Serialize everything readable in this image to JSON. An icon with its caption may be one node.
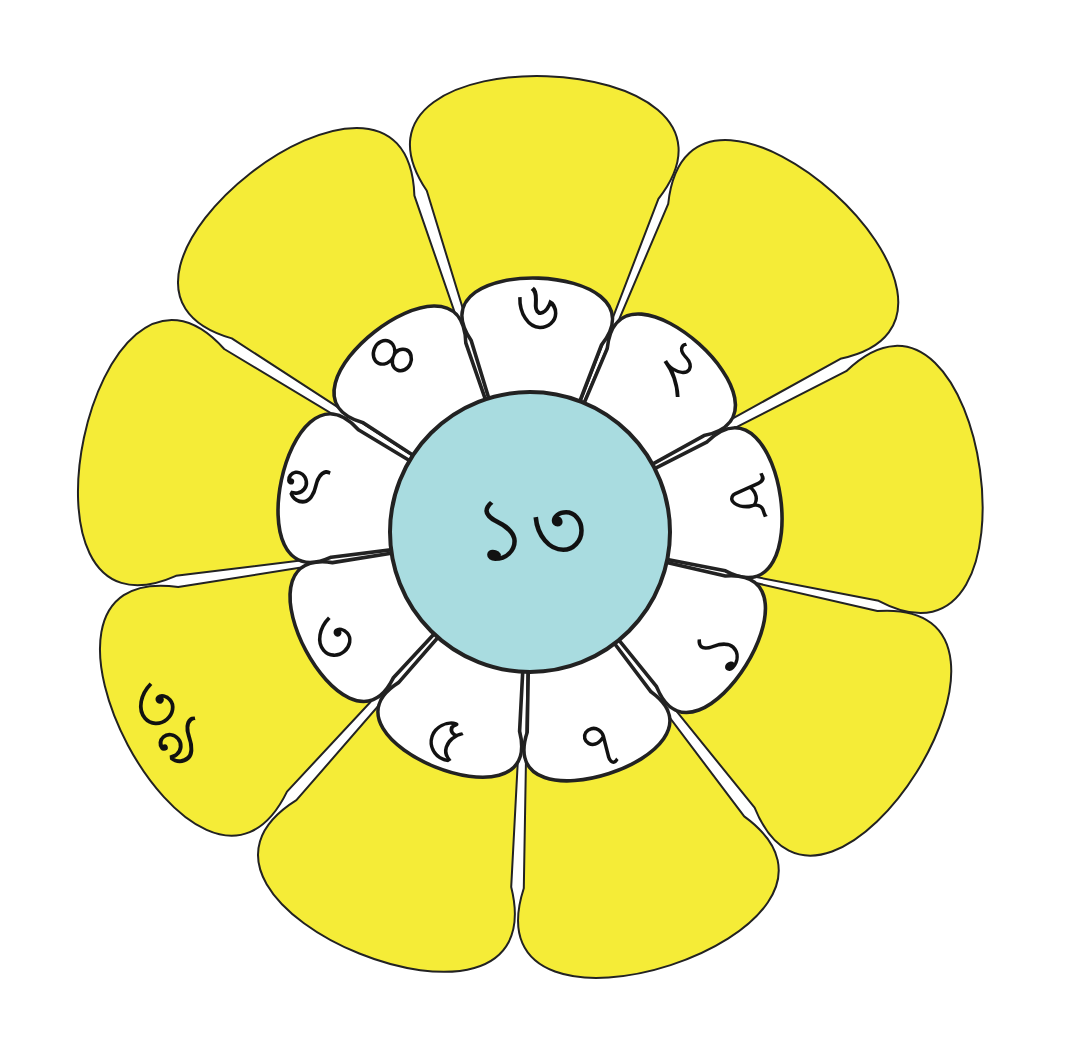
{
  "diagram": {
    "nodes": [
      {
        "text": [
          "১৩"
        ]
      },
      {
        "text": [],
        "shape": "petal"
      },
      {
        "text": [],
        "shape": "petal"
      },
      {
        "text": [],
        "shape": "petal"
      },
      {
        "text": [],
        "shape": "petal"
      },
      {
        "text": [],
        "shape": "petal"
      },
      {
        "text": [],
        "shape": "petal"
      },
      {
        "text": [
          "৩৯"
        ]
      },
      {
        "text": [],
        "shape": "petal"
      },
      {
        "text": [],
        "shape": "petal"
      },
      {
        "text": [
          "৬"
        ],
        "in": 1
      },
      {
        "text": [
          "২"
        ],
        "in": 2
      },
      {
        "text": [
          "৮"
        ],
        "in": 3
      },
      {
        "text": [
          "১"
        ],
        "in": 4
      },
      {
        "text": [
          "৭"
        ],
        "in": 5
      },
      {
        "text": [
          "৫"
        ],
        "in": 6
      },
      {
        "text": [
          "৩"
        ],
        "in": 7
      },
      {
        "text": [
          "৯"
        ],
        "in": 8
      },
      {
        "text": [
          "৪"
        ],
        "in": 9
      }
    ]
  }
}
